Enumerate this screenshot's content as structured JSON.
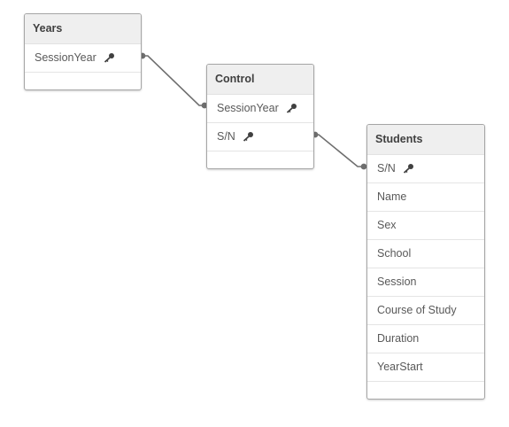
{
  "tables": {
    "years": {
      "name": "Years",
      "fields": [
        {
          "label": "SessionYear",
          "icon": "key-icon"
        }
      ]
    },
    "control": {
      "name": "Control",
      "fields": [
        {
          "label": "SessionYear",
          "icon": "key-icon"
        },
        {
          "label": "S/N",
          "icon": "key-icon"
        }
      ]
    },
    "students": {
      "name": "Students",
      "fields": [
        {
          "label": "S/N",
          "icon": "key-icon"
        },
        {
          "label": "Name",
          "icon": ""
        },
        {
          "label": "Sex",
          "icon": ""
        },
        {
          "label": "School",
          "icon": ""
        },
        {
          "label": "Session",
          "icon": ""
        },
        {
          "label": "Course of Study",
          "icon": ""
        },
        {
          "label": "Duration",
          "icon": ""
        },
        {
          "label": "YearStart",
          "icon": ""
        }
      ]
    }
  },
  "colors": {
    "link_line": "#6e6e6e",
    "header_bg": "#efefef",
    "border": "#a6a6a6"
  }
}
